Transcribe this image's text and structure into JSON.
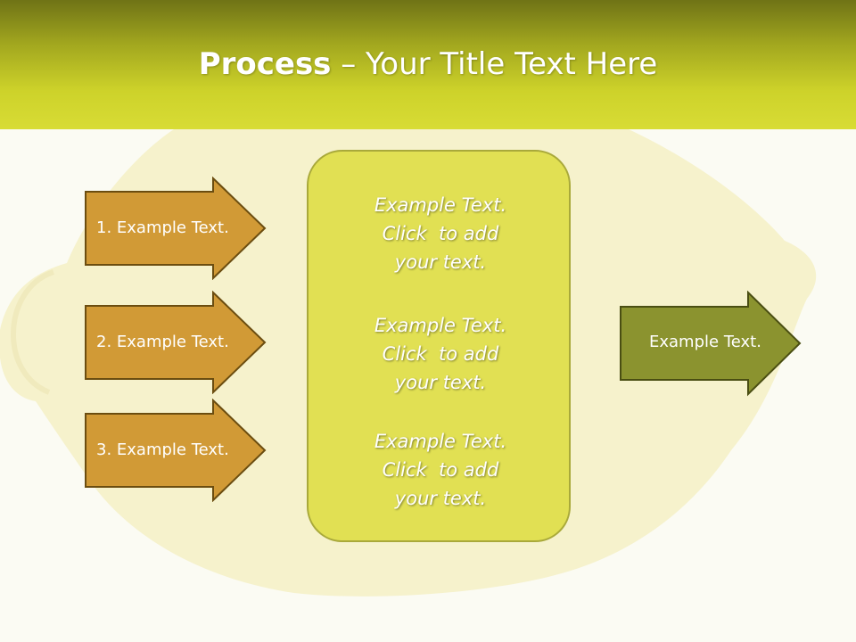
{
  "slide": {
    "title_bold": "Process",
    "title_rest": " – Your Title Text Here"
  },
  "left_arrows": [
    {
      "label": "1. Example Text."
    },
    {
      "label": "2. Example Text."
    },
    {
      "label": "3. Example Text."
    }
  ],
  "center_box": {
    "paragraphs": [
      {
        "lines": [
          "Example Text.",
          "Click  to add",
          "your text."
        ]
      },
      {
        "lines": [
          "Example Text.",
          "Click  to add",
          "your text."
        ]
      },
      {
        "lines": [
          "Example Text.",
          "Click  to add",
          "your text."
        ]
      }
    ]
  },
  "right_arrow": {
    "label": "Example Text."
  },
  "colors": {
    "header": "#cdd22a",
    "left_arrow_fill": "#d19a36",
    "center_box_fill": "#e1e053",
    "right_arrow_fill": "#8b932f"
  }
}
